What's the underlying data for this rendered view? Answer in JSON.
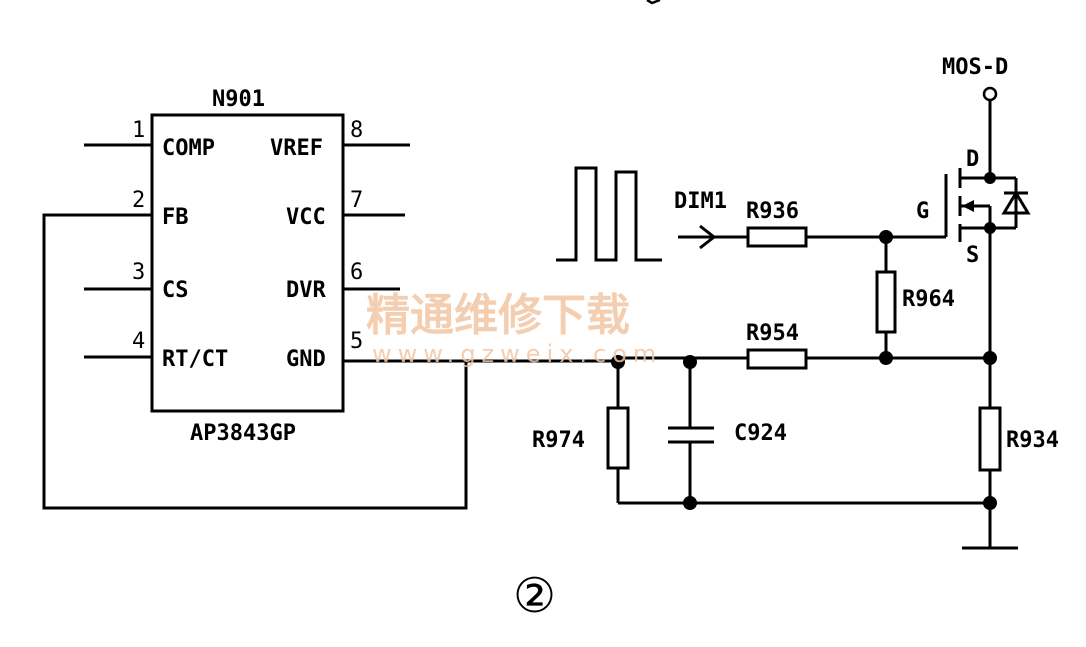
{
  "ic": {
    "ref": "N901",
    "part": "AP3843GP",
    "pins": [
      {
        "num": "1",
        "name": "COMP"
      },
      {
        "num": "2",
        "name": "FB"
      },
      {
        "num": "3",
        "name": "CS"
      },
      {
        "num": "4",
        "name": "RT/CT"
      },
      {
        "num": "8",
        "name": "VREF"
      },
      {
        "num": "7",
        "name": "VCC"
      },
      {
        "num": "6",
        "name": "DVR"
      },
      {
        "num": "5",
        "name": "GND"
      }
    ]
  },
  "signals": {
    "dim": "DIM1",
    "mos_drain": "MOS-D"
  },
  "mosfet": {
    "d": "D",
    "g": "G",
    "s": "S"
  },
  "components": {
    "r936": "R936",
    "r964": "R964",
    "r954": "R954",
    "r974": "R974",
    "c924": "C924",
    "r934": "R934"
  },
  "figure_label": "②",
  "watermark": {
    "title": "精通维修下载",
    "url": "www.gzweix.com"
  }
}
